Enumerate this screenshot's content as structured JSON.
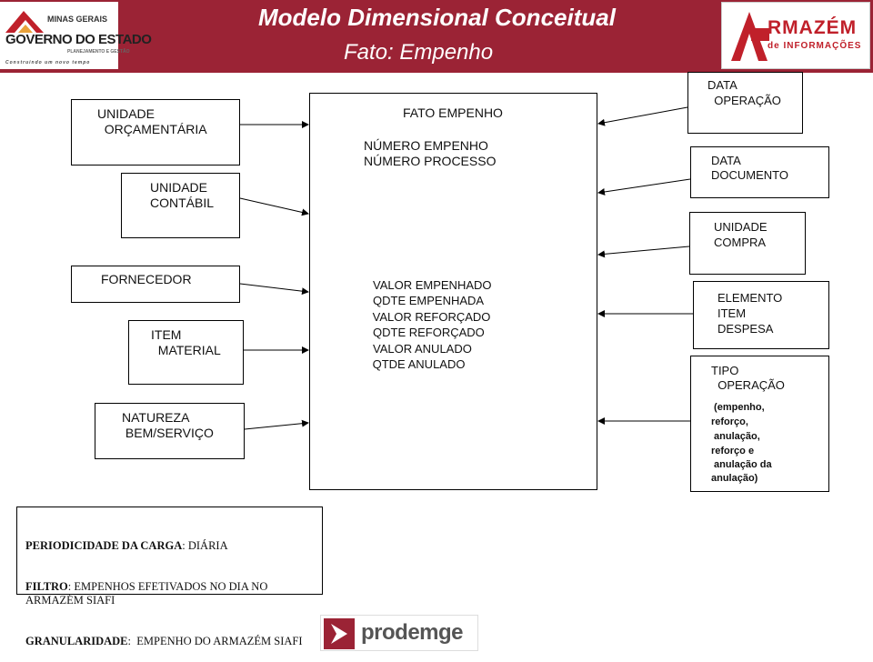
{
  "header": {
    "title": "Modelo Dimensional Conceitual",
    "subtitle": "Fato: Empenho",
    "logo_left": {
      "line1": "MINAS GERAIS",
      "line2": "GOVERNO DO ESTADO",
      "line3": "PLANEJAMENTO E GESTÃO",
      "tagline": "Construindo um novo tempo"
    },
    "logo_right": {
      "name": "RMAZÉM",
      "sub": "de INFORMAÇÕES"
    }
  },
  "dimensions_left": {
    "unidade_orcamentaria": [
      "UNIDADE",
      "  ORÇAMENTÁRIA"
    ],
    "unidade_contabil": [
      "UNIDADE",
      "CONTÁBIL"
    ],
    "fornecedor": [
      "FORNECEDOR"
    ],
    "item_material": [
      "ITEM",
      "  MATERIAL"
    ],
    "natureza": [
      "NATUREZA",
      " BEM/SERVIÇO"
    ]
  },
  "fact": {
    "title": "FATO EMPENHO",
    "keys": [
      "NÚMERO EMPENHO",
      "NÚMERO PROCESSO"
    ],
    "measures": [
      "VALOR EMPENHADO",
      "QDTE EMPENHADA",
      " VALOR REFORÇADO",
      "QDTE REFORÇADO",
      "VALOR ANULADO",
      " QTDE ANULADO"
    ]
  },
  "dimensions_right": {
    "data_operacao": [
      "DATA",
      "  OPERAÇÃO"
    ],
    "data_documento": [
      "DATA",
      "DOCUMENTO"
    ],
    "unidade_compra": [
      "UNIDADE",
      "COMPRA"
    ],
    "elemento_item_despesa": [
      "ELEMENTO",
      "ITEM",
      "DESPESA"
    ],
    "tipo_operacao": [
      "TIPO",
      "  OPERAÇÃO"
    ],
    "tipo_operacao_values": [
      " (empenho,",
      "reforço,",
      " anulação,",
      "reforço e",
      " anulação da",
      "anulação)"
    ]
  },
  "notes": {
    "periodicidade_label": "PERIODICIDADE DA CARGA",
    "periodicidade_value": ": DIÁRIA",
    "filtro_label": "FILTRO",
    "filtro_value": ": EMPENHOS EFETIVADOS NO DIA NO ARMAZÉM SIAFI",
    "granularidade_label": "GRANULARIDADE",
    "granularidade_value": ":  EMPENHO DO ARMAZÉM SIAFI"
  },
  "footer": {
    "logo": "prodemge"
  },
  "colors": {
    "header_bg": "#9b2335",
    "header_text": "#ffffff",
    "logo_red": "#c0202a"
  }
}
